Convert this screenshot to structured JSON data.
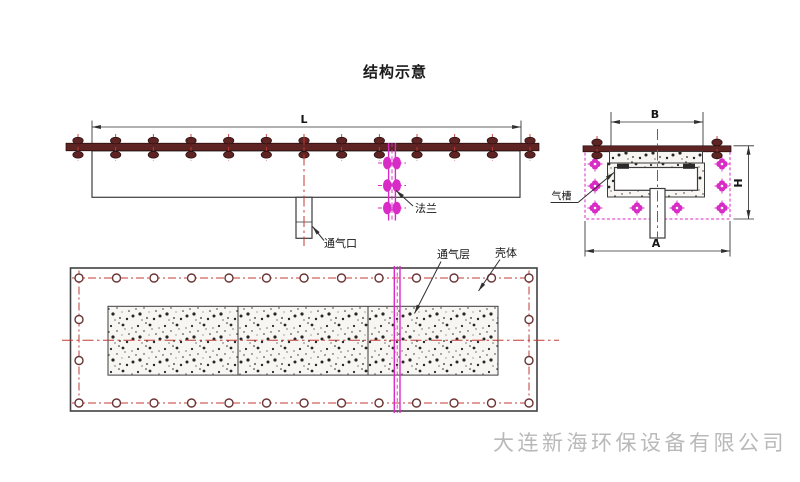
{
  "title": "结构示意",
  "watermark": "大连新海环保设备有限公司",
  "views": {
    "side_elevation": {
      "length_dim": "L",
      "flange_label": "法兰",
      "air_inlet_label": "通气口"
    },
    "cross_section": {
      "top_width_dim": "B",
      "height_dim": "H",
      "bottom_width_dim": "A",
      "air_groove_label": "气槽"
    },
    "plan": {
      "air_layer_label": "通气层",
      "shell_label": "壳体"
    }
  },
  "drawing": {
    "rail_bolt_count": 13,
    "plate_bolt_count": 2,
    "flange_bolt_count": 3,
    "section_anchor_bolt_count": 8,
    "plan_bolt_columns": 13,
    "plan_side_bolt_rows": 2,
    "porous_panel_count": 3
  },
  "colors": {
    "background": "#ffffff",
    "line": "#3c3c3c",
    "steel": "#5e2423",
    "centerline-red": "#c23b36",
    "flange-magenta": "#d92cc7",
    "bolt-hole": "#6b3434",
    "watermark": "#b9b9b9"
  }
}
